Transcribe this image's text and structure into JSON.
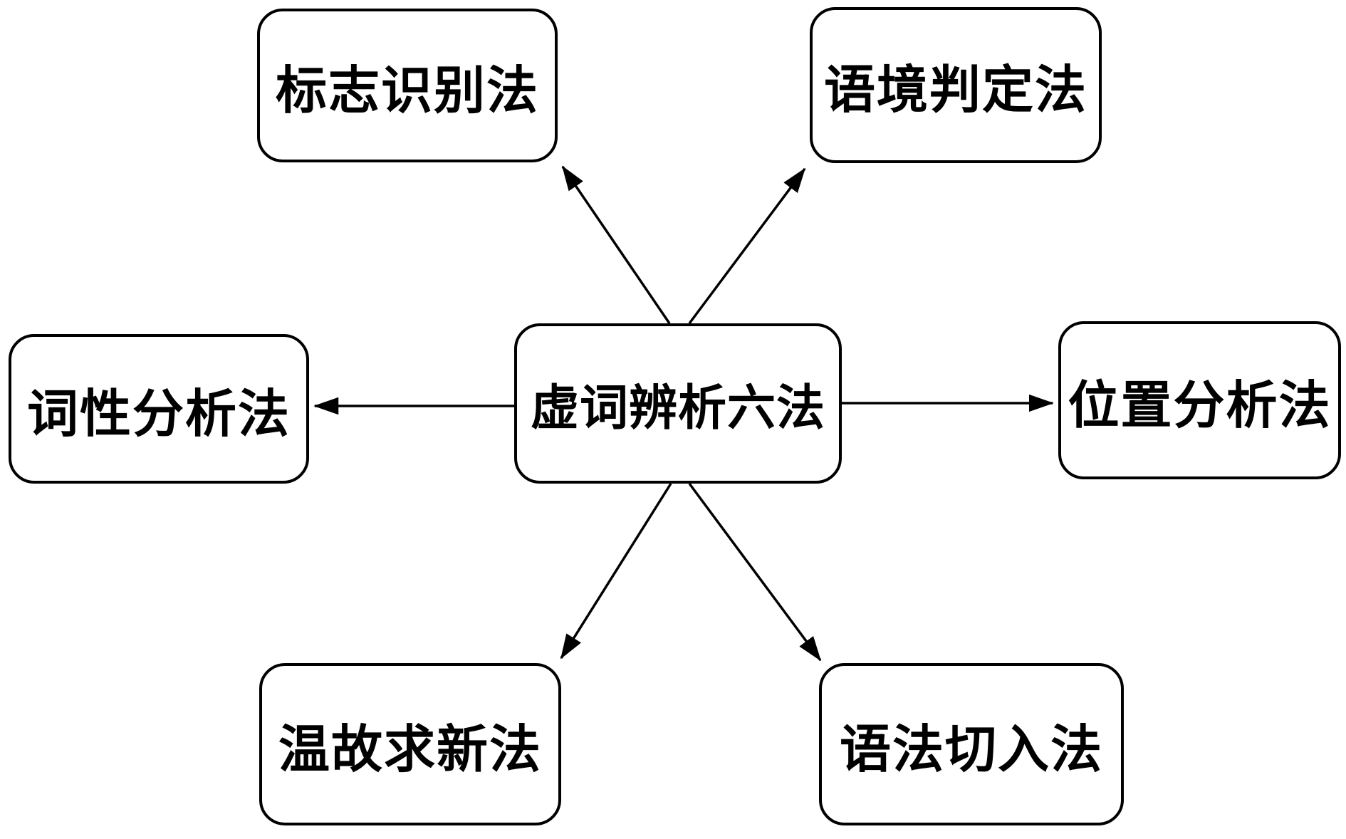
{
  "diagram": {
    "center": {
      "id": "center",
      "label": "虚词辨析六法"
    },
    "nodes": [
      {
        "id": "top-left",
        "label": "标志识别法"
      },
      {
        "id": "top-right",
        "label": "语境判定法"
      },
      {
        "id": "left",
        "label": "词性分析法"
      },
      {
        "id": "right",
        "label": "位置分析法"
      },
      {
        "id": "bottom-left",
        "label": "温故求新法"
      },
      {
        "id": "bottom-right",
        "label": "语法切入法"
      }
    ],
    "connections": [
      {
        "from": "center",
        "to": "top-left"
      },
      {
        "from": "center",
        "to": "top-right"
      },
      {
        "from": "center",
        "to": "left"
      },
      {
        "from": "center",
        "to": "right"
      },
      {
        "from": "center",
        "to": "bottom-left"
      },
      {
        "from": "center",
        "to": "bottom-right"
      }
    ],
    "colors": {
      "background": "#ffffff",
      "stroke": "#000000",
      "text": "#000000"
    }
  }
}
